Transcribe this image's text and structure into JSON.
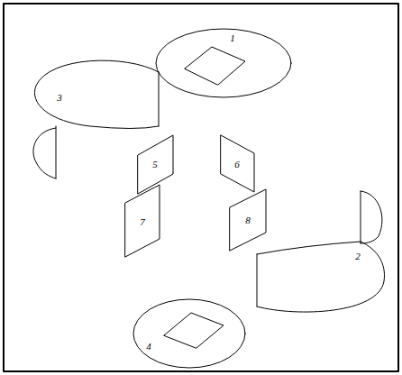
{
  "diagram": {
    "labels": [
      "1",
      "3",
      "5",
      "6",
      "7",
      "8",
      "2",
      "4"
    ]
  }
}
